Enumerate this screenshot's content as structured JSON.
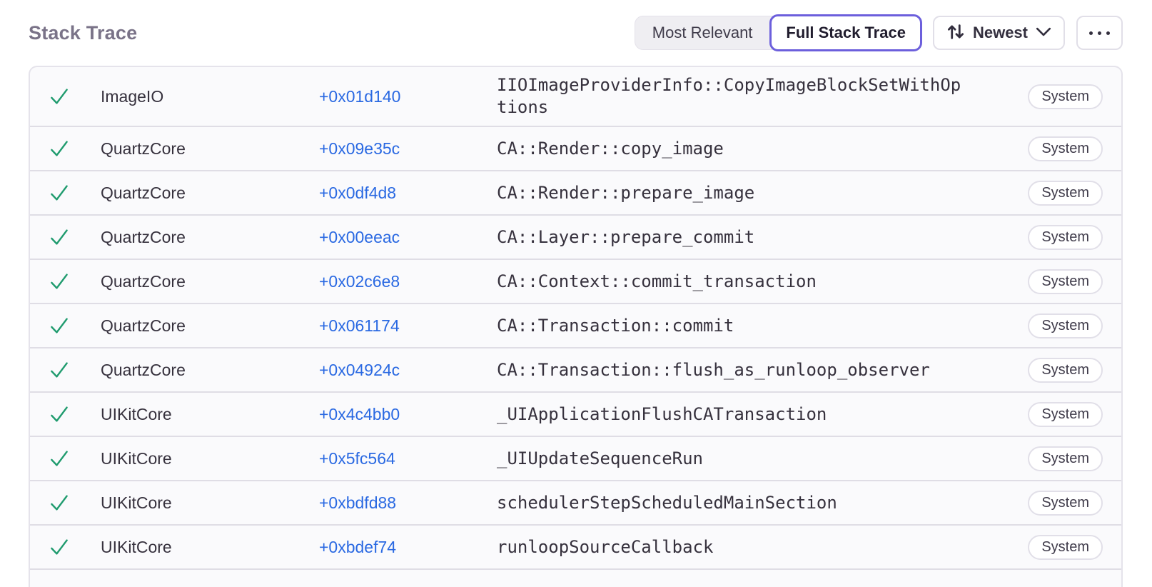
{
  "header": {
    "title": "Stack Trace",
    "view_toggle": {
      "most_relevant": "Most Relevant",
      "full_stack_trace": "Full Stack Trace",
      "selected": "Full Stack Trace"
    },
    "sort": {
      "label": "Newest"
    }
  },
  "icons": {
    "status": "check-icon",
    "sort": "sort-arrows-icon",
    "expand": "chevron-down-icon",
    "more": "ellipsis-icon"
  },
  "colors": {
    "accent_purple": "#6C5FDC",
    "link_blue": "#2A69E2",
    "success_green": "#1F9B6E",
    "row_background": "#FAFAFC",
    "border": "#E5E3EB"
  },
  "table": {
    "rows": [
      {
        "module": "ImageIO",
        "offset": "+0x01d140",
        "function": "IIOImageProviderInfo::CopyImageBlockSetWithOptions",
        "badge": "System"
      },
      {
        "module": "QuartzCore",
        "offset": "+0x09e35c",
        "function": "CA::Render::copy_image",
        "badge": "System"
      },
      {
        "module": "QuartzCore",
        "offset": "+0x0df4d8",
        "function": "CA::Render::prepare_image",
        "badge": "System"
      },
      {
        "module": "QuartzCore",
        "offset": "+0x00eeac",
        "function": "CA::Layer::prepare_commit",
        "badge": "System"
      },
      {
        "module": "QuartzCore",
        "offset": "+0x02c6e8",
        "function": "CA::Context::commit_transaction",
        "badge": "System"
      },
      {
        "module": "QuartzCore",
        "offset": "+0x061174",
        "function": "CA::Transaction::commit",
        "badge": "System"
      },
      {
        "module": "QuartzCore",
        "offset": "+0x04924c",
        "function": "CA::Transaction::flush_as_runloop_observer",
        "badge": "System"
      },
      {
        "module": "UIKitCore",
        "offset": "+0x4c4bb0",
        "function": "_UIApplicationFlushCATransaction",
        "badge": "System"
      },
      {
        "module": "UIKitCore",
        "offset": "+0x5fc564",
        "function": "_UIUpdateSequenceRun",
        "badge": "System"
      },
      {
        "module": "UIKitCore",
        "offset": "+0xbdfd88",
        "function": "schedulerStepScheduledMainSection",
        "badge": "System"
      },
      {
        "module": "UIKitCore",
        "offset": "+0xbdef74",
        "function": "runloopSourceCallback",
        "badge": "System"
      }
    ]
  }
}
